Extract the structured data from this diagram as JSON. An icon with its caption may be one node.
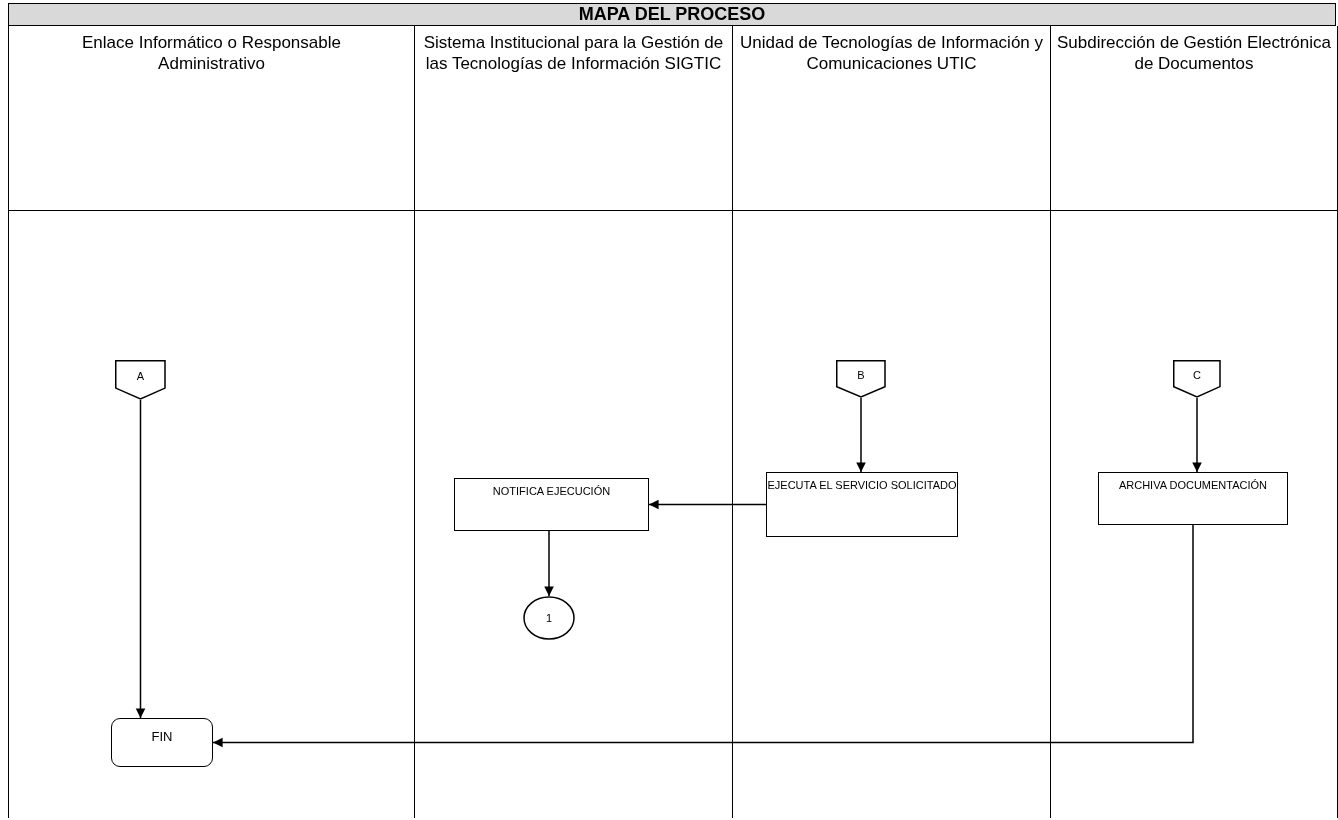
{
  "diagram": {
    "title": "MAPA DEL PROCESO",
    "nodes": [
      {
        "text": [
          "Enlace Informático o Responsable Administrativo"
        ]
      },
      {
        "text": [
          "Sistema Institucional para la Gestión de las Tecnologías de Información SIGTIC"
        ]
      },
      {
        "text": [
          "Unidad de Tecnologías de Información y Comunicaciones UTIC"
        ]
      },
      {
        "text": [
          "Subdirección de Gestión Electrónica de Documentos"
        ]
      },
      {
        "text": [
          "A"
        ],
        "in": 0
      },
      {
        "text": [
          "FIN"
        ],
        "in": 0
      },
      {
        "text": [
          "NOTIFICA EJECUCIÓN"
        ],
        "in": 1
      },
      {
        "text": [
          "1"
        ],
        "in": 1
      },
      {
        "text": [
          "B"
        ],
        "in": 2
      },
      {
        "text": [
          "EJECUTA EL SERVICIO SOLICITADO"
        ],
        "in": 2
      },
      {
        "text": [
          "C"
        ],
        "in": 3
      },
      {
        "text": [
          "ARCHIVA DOCUMENTACIÓN"
        ],
        "in": 3
      }
    ],
    "edges": [
      {
        "from": 4,
        "to": 5,
        "arrow": "to"
      },
      {
        "from": 8,
        "to": 9,
        "arrow": "to"
      },
      {
        "from": 9,
        "to": 6,
        "arrow": "to"
      },
      {
        "from": 6,
        "to": 7,
        "arrow": "to"
      },
      {
        "from": 10,
        "to": 11,
        "arrow": "to"
      },
      {
        "from": 11,
        "to": 5,
        "arrow": "to"
      }
    ]
  }
}
